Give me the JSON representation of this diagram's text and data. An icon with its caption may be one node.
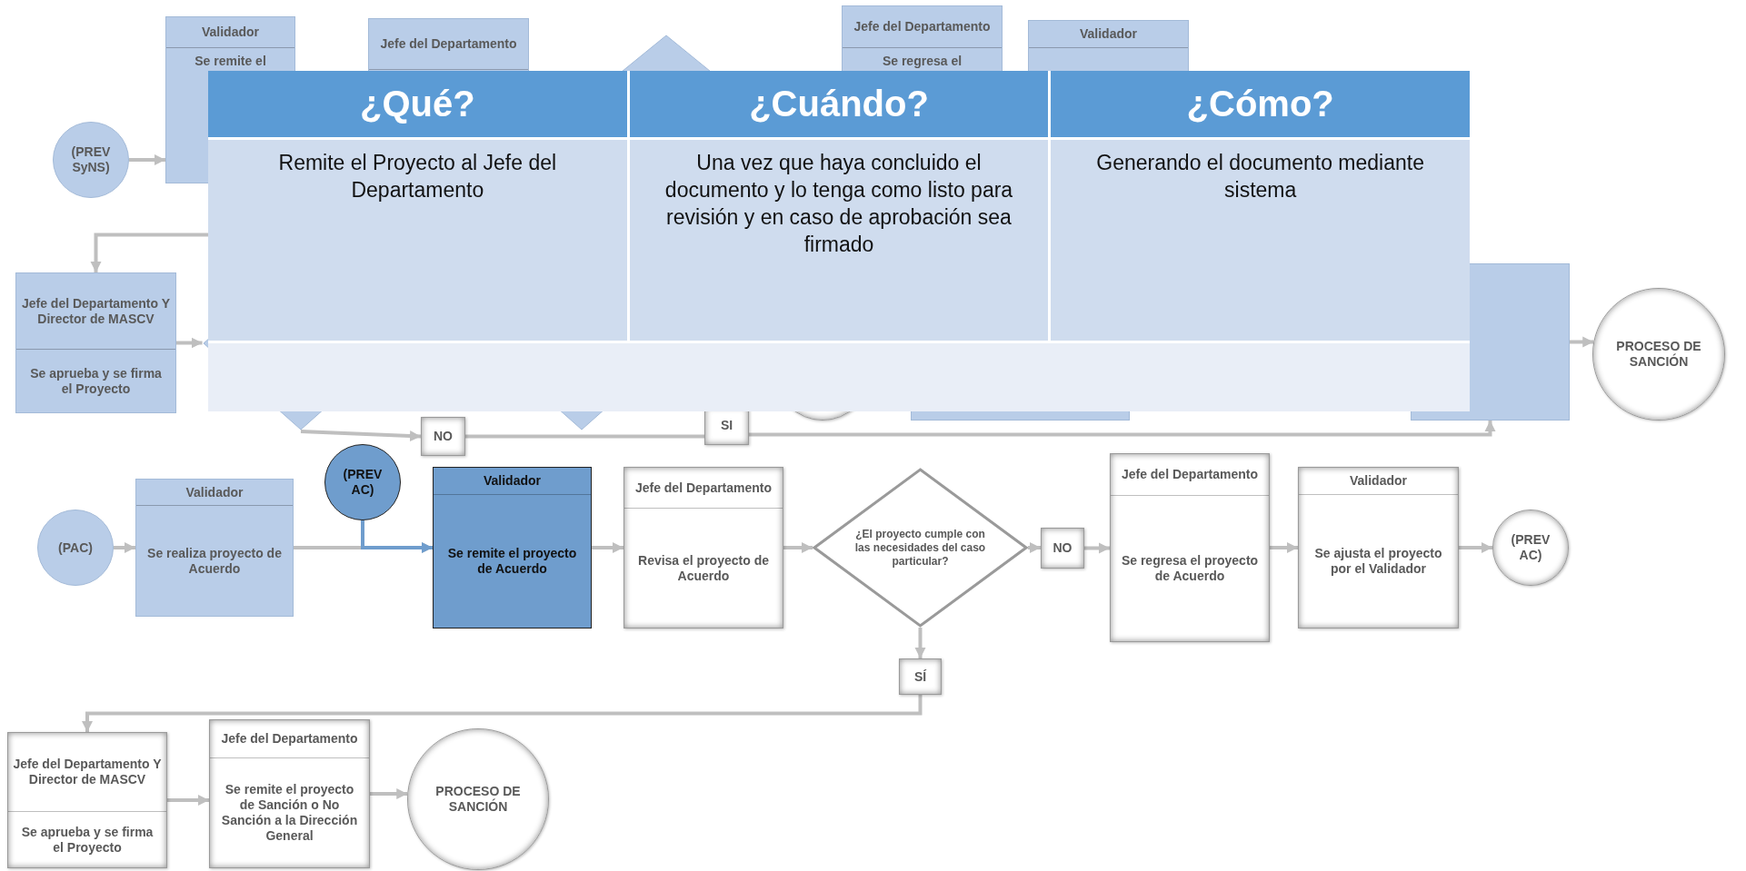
{
  "diagram": {
    "nodes": [
      {
        "text": [
          "(PREV SyNS)"
        ]
      },
      {
        "text": [
          "Validador",
          "Se remite el"
        ]
      },
      {
        "text": [
          "Jefe del Departamento"
        ]
      },
      {
        "text": [],
        "shape": "diamond"
      },
      {
        "text": [
          "Jefe del Departamento",
          "Se regresa el"
        ]
      },
      {
        "text": [
          "Validador"
        ]
      },
      {
        "text": [
          "Jefe del Departamento Y Director de MASCV",
          "Se aprueba y se firma el Proyecto"
        ]
      },
      {
        "text": [],
        "shape": "box"
      },
      {
        "text": [
          "PROCESO DE SANCIÓN"
        ]
      },
      {
        "text": [],
        "shape": "diamond"
      },
      {
        "text": [],
        "shape": "diamond"
      },
      {
        "text": [],
        "shape": "circle"
      },
      {
        "text": [],
        "shape": "box"
      },
      {
        "text": [
          "NO"
        ]
      },
      {
        "text": [
          "SI"
        ]
      },
      {
        "text": [
          "(PAC)"
        ]
      },
      {
        "text": [
          "Validador",
          "Se realiza proyecto de Acuerdo"
        ]
      },
      {
        "text": [
          "(PREV AC)"
        ]
      },
      {
        "text": [
          "Validador",
          "Se remite el proyecto de Acuerdo"
        ]
      },
      {
        "text": [
          "Jefe del Departamento",
          "Revisa el proyecto de Acuerdo"
        ]
      },
      {
        "text": [
          "¿El proyecto cumple con las necesidades del caso particular?"
        ]
      },
      {
        "text": [
          "NO"
        ]
      },
      {
        "text": [
          "Jefe del Departamento",
          "Se regresa el proyecto de Acuerdo"
        ]
      },
      {
        "text": [
          "Validador",
          "Se ajusta el proyecto por el Validador"
        ]
      },
      {
        "text": [
          "(PREV AC)"
        ]
      },
      {
        "text": [
          "SÍ"
        ]
      },
      {
        "text": [
          "Jefe del Departamento Y Director de MASCV",
          "Se aprueba y se firma el Proyecto"
        ]
      },
      {
        "text": [
          "Jefe del Departamento",
          "Se remite el proyecto de Sanción o No Sanción a la Dirección General"
        ]
      },
      {
        "text": [
          "PROCESO DE SANCIÓN"
        ]
      }
    ],
    "edges": [
      {
        "from": 0,
        "to": 1,
        "arrow": "to"
      },
      {
        "from": 3,
        "to": 6,
        "arrow": "to"
      },
      {
        "from": 6,
        "to": 9,
        "arrow": "to"
      },
      {
        "from": 9,
        "to": 13,
        "arrow": "to"
      },
      {
        "from": 13,
        "to": 14,
        "arrow": "none"
      },
      {
        "from": 14,
        "to": 12,
        "arrow": "to"
      },
      {
        "from": 12,
        "to": 8,
        "arrow": "to"
      },
      {
        "from": 15,
        "to": 16,
        "arrow": "to"
      },
      {
        "from": 16,
        "to": 18,
        "arrow": "to"
      },
      {
        "from": 17,
        "to": 18,
        "arrow": "to",
        "color": "#6f9dcd"
      },
      {
        "from": 18,
        "to": 19,
        "arrow": "to"
      },
      {
        "from": 19,
        "to": 20,
        "arrow": "to"
      },
      {
        "from": 20,
        "to": 21,
        "arrow": "to"
      },
      {
        "from": 21,
        "to": 22,
        "arrow": "to"
      },
      {
        "from": 22,
        "to": 23,
        "arrow": "to"
      },
      {
        "from": 23,
        "to": 24,
        "arrow": "to"
      },
      {
        "from": 20,
        "to": 25,
        "arrow": "to"
      },
      {
        "from": 25,
        "to": 26,
        "arrow": "to"
      },
      {
        "from": 26,
        "to": 27,
        "arrow": "to"
      },
      {
        "from": 27,
        "to": 28,
        "arrow": "to"
      }
    ],
    "labels": [
      "¿Qué?",
      "¿Cuándo?",
      "¿Cómo?",
      "Remite el Proyecto al Jefe del Departamento",
      "Una vez que haya concluido el documento y lo tenga como listo para revisión y en caso de aprobación sea firmado",
      "Generando el documento mediante sistema"
    ]
  }
}
